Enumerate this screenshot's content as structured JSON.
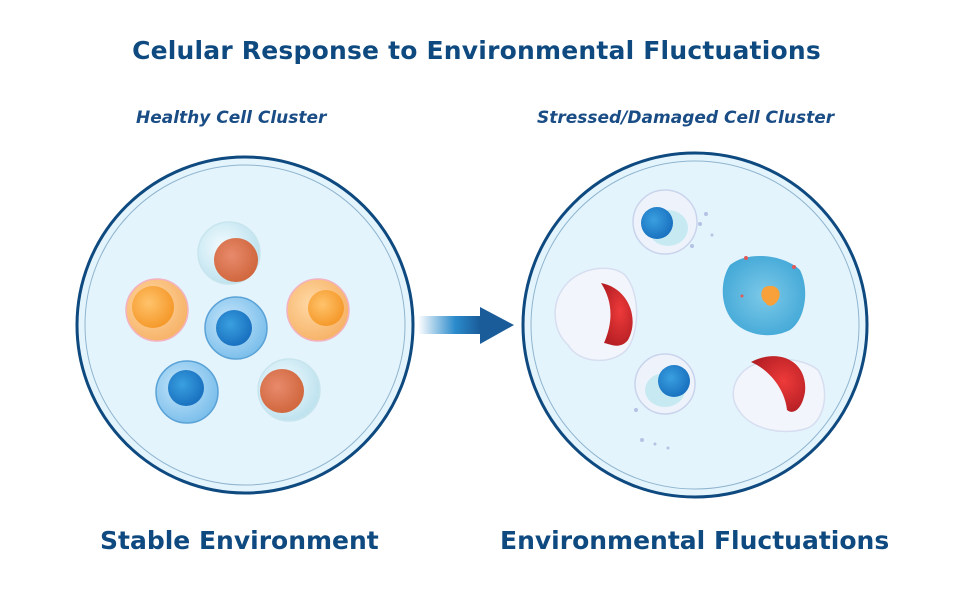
{
  "title": "Celular Response to Environmental Fluctuations",
  "left_panel": {
    "subtitle": "Healthy Cell Cluster",
    "caption": "Stable Environment",
    "cells": [
      "orange-cell",
      "red-orange-cell",
      "blue-cell",
      "orange-cell",
      "blue-cell",
      "red-orange-cell"
    ]
  },
  "right_panel": {
    "subtitle": "Stressed/Damaged Cell Cluster",
    "caption": "Environmental Fluctuations",
    "cells": [
      "damaged-blue-cell",
      "damaged-red-cell",
      "necrotic-cell",
      "damaged-blue-cell",
      "damaged-red-cell"
    ]
  },
  "arrow": "arrow-right-icon",
  "colors": {
    "title": "#0e4a80",
    "dish_border": "#0e4a80",
    "dish_fill": "#e4f4fd"
  }
}
